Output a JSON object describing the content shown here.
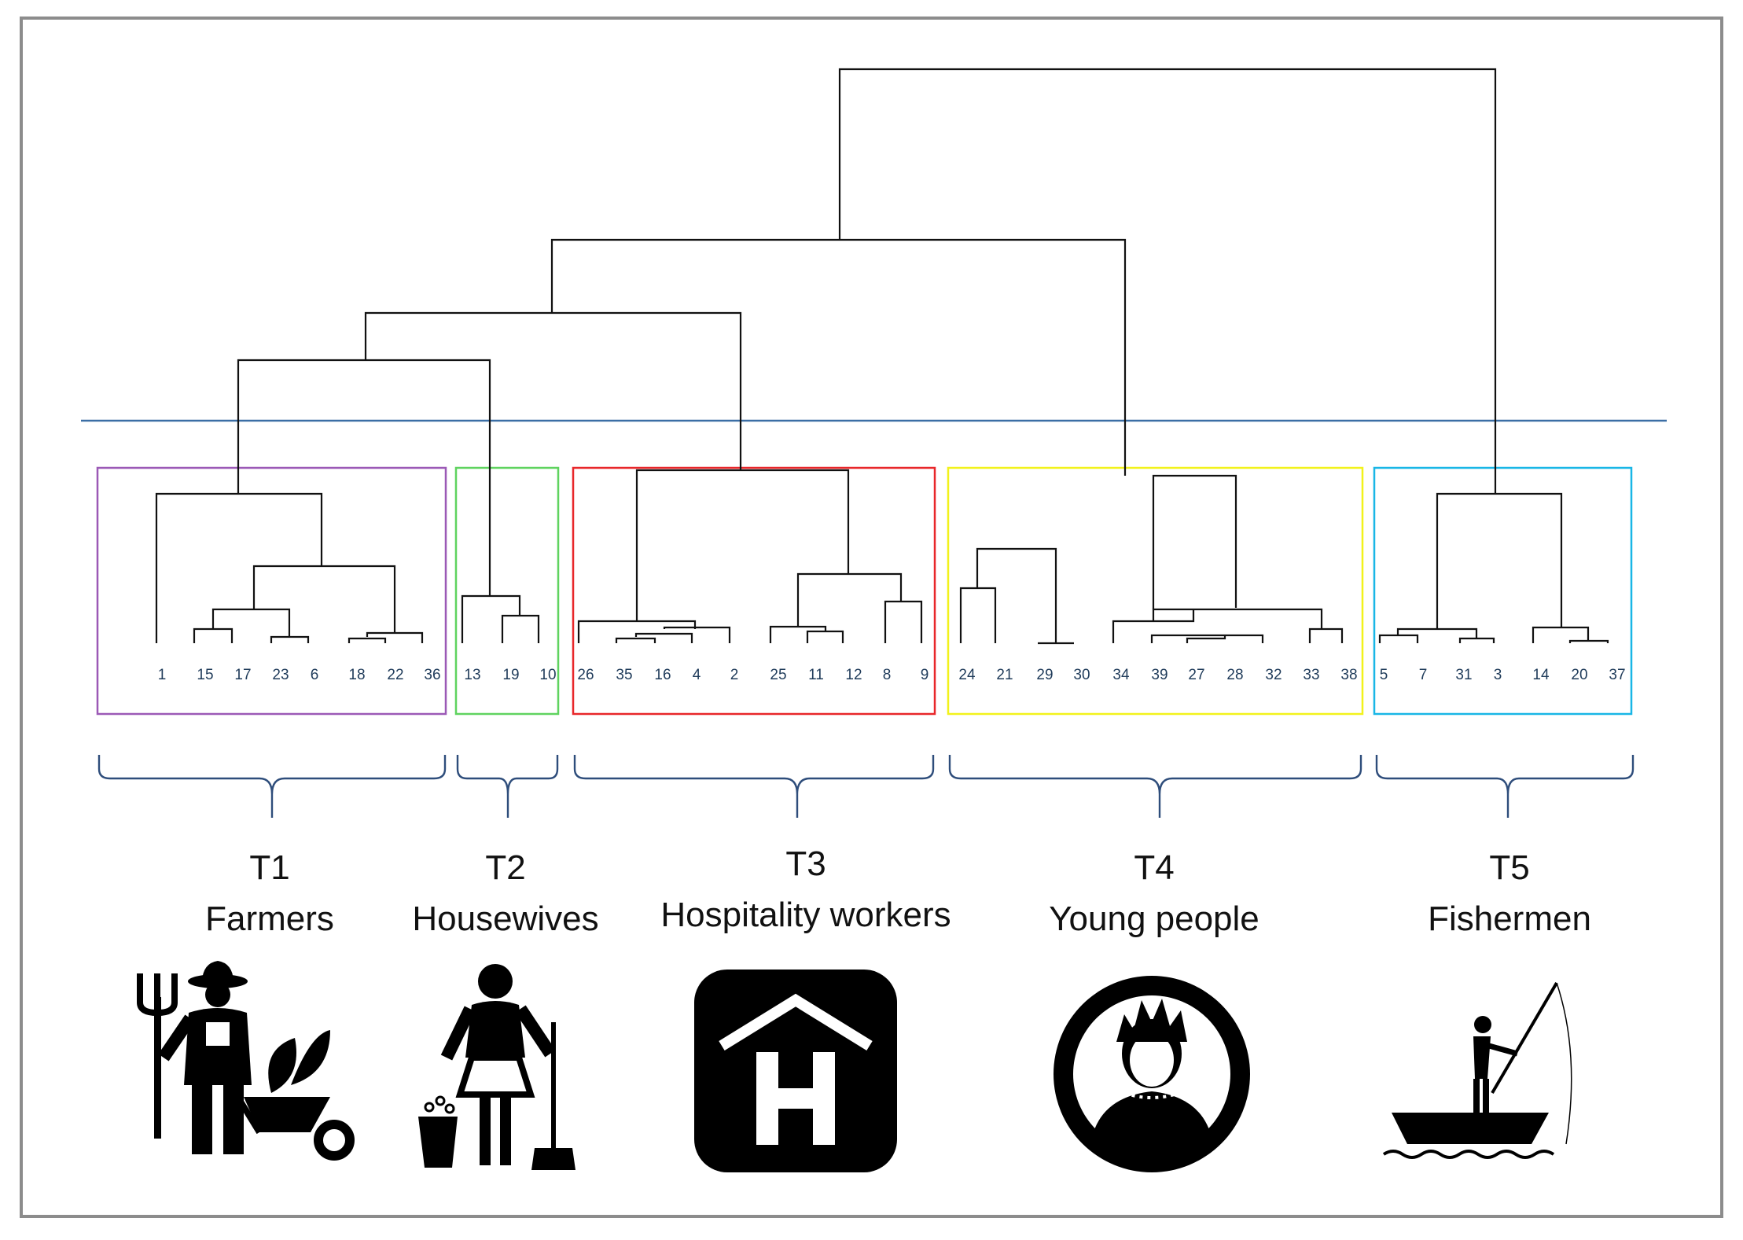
{
  "colors": {
    "frame": "#8c8c8c",
    "cut_line": "#3b6ea5",
    "brace": "#2e4d7b",
    "text": "#111111",
    "leaf_text": "#1f3b5a"
  },
  "clusters": [
    {
      "code": "T1",
      "name": "Farmers",
      "box_color": "#9b59b6",
      "icon": "farmer-icon",
      "leaves": [
        "1",
        "15",
        "17",
        "23",
        "6",
        "18",
        "22",
        "36"
      ]
    },
    {
      "code": "T2",
      "name": "Housewives",
      "box_color": "#5fd35f",
      "icon": "housewife-icon",
      "leaves": [
        "13",
        "19",
        "10"
      ]
    },
    {
      "code": "T3",
      "name": "Hospitality workers",
      "box_color": "#e8272a",
      "icon": "hotel-icon",
      "leaves": [
        "26",
        "35",
        "16",
        "4",
        "2",
        "25",
        "11",
        "12",
        "8",
        "9"
      ]
    },
    {
      "code": "T4",
      "name": "Young people",
      "box_color": "#f2f21b",
      "icon": "young-person-icon",
      "leaves": [
        "24",
        "21",
        "29",
        "30",
        "34",
        "39",
        "27",
        "28",
        "32",
        "33",
        "38"
      ]
    },
    {
      "code": "T5",
      "name": "Fishermen",
      "box_color": "#19b6e6",
      "icon": "fisherman-icon",
      "leaves": [
        "5",
        "7",
        "31",
        "3",
        "14",
        "20",
        "37"
      ]
    }
  ]
}
